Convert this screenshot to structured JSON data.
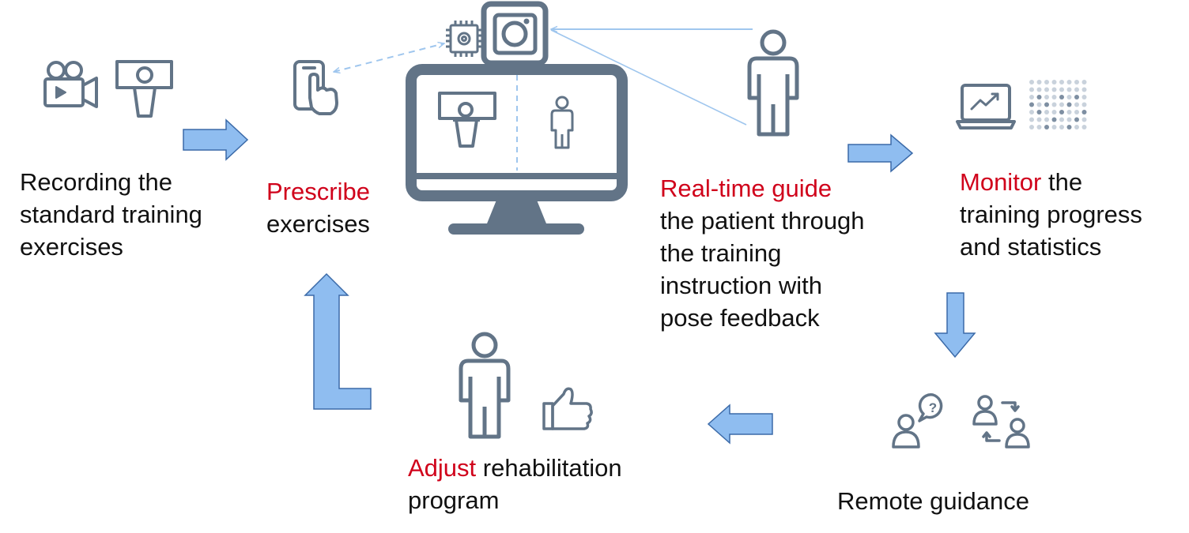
{
  "colors": {
    "icon_stroke": "#627487",
    "arrow_fill": "#8fbdf0",
    "arrow_stroke": "#3b6aa8",
    "connector": "#9fc6ee",
    "highlight": "#d0021b",
    "text": "#111111"
  },
  "icons": [
    "video-camera-icon",
    "presenter-icon",
    "smartphone-touch-icon",
    "chip-icon",
    "camera-icon",
    "monitor-icon",
    "person-icon",
    "laptop-chart-icon",
    "dot-grid-icon",
    "person-question-icon",
    "people-exchange-icon",
    "thumbs-up-icon"
  ],
  "steps": {
    "record": {
      "lines": [
        "Recording  the",
        "standard training",
        "exercises"
      ]
    },
    "prescribe": {
      "highlight": "Prescribe",
      "lines": [
        "exercises"
      ]
    },
    "realtime": {
      "highlight": "Real-time guide",
      "lines": [
        "the patient through",
        "the training",
        "instruction with",
        "pose feedback"
      ]
    },
    "monitor": {
      "highlight": "Monitor",
      "rest": " the",
      "lines": [
        "training progress",
        "and statistics"
      ]
    },
    "remote": {
      "label": "Remote guidance"
    },
    "adjust": {
      "highlight": "Adjust",
      "rest": " rehabilitation",
      "lines": [
        "program"
      ]
    }
  }
}
